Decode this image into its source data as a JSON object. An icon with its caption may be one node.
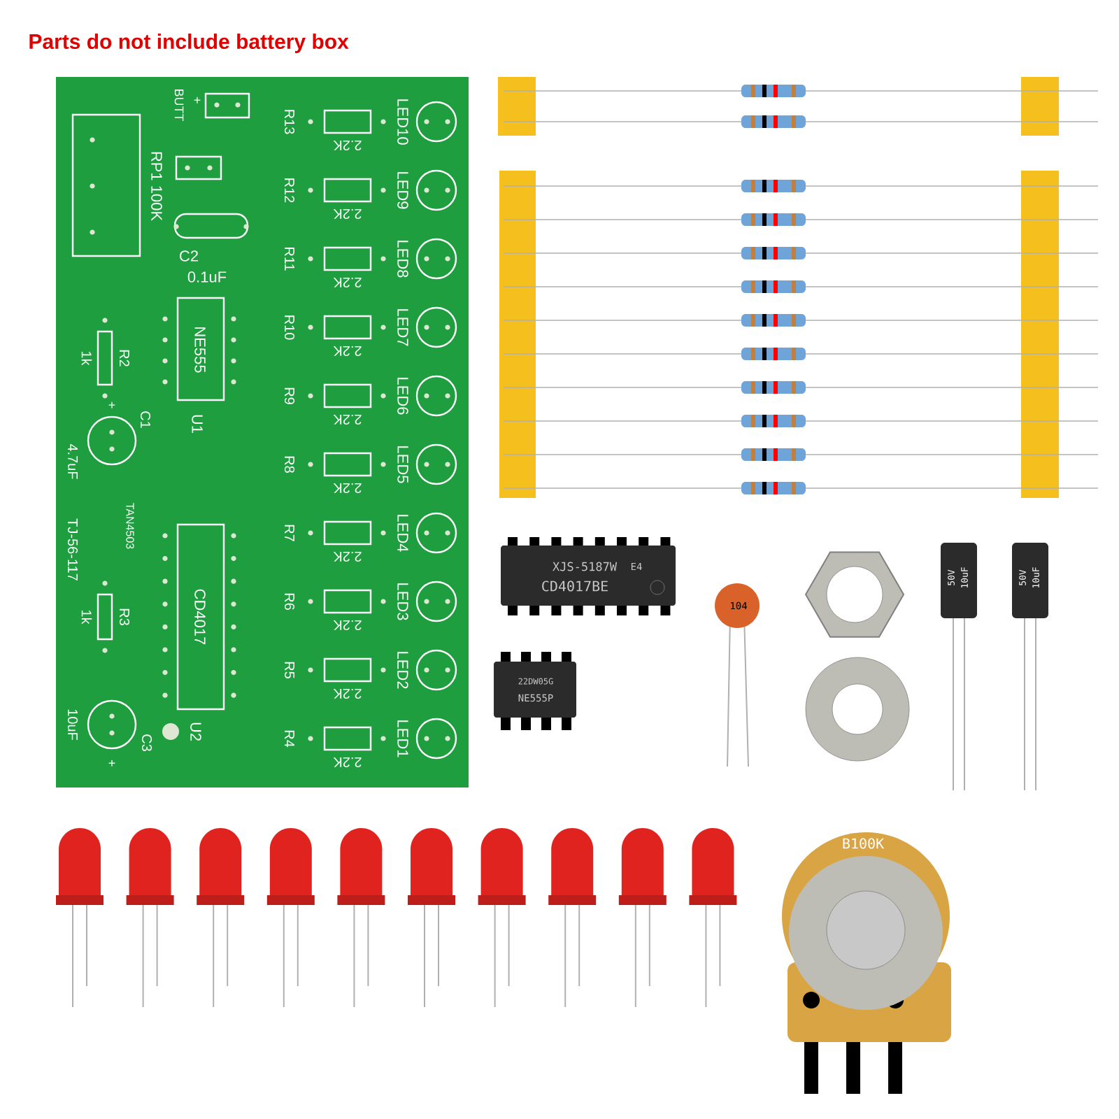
{
  "diagram": {
    "title": "Parts do not include battery box",
    "labels": [
      "BUTT",
      "+",
      "RP1 100K",
      "C2",
      "0.1uF",
      "NE555",
      "U1",
      "R2",
      "1k",
      "C1",
      "+",
      "4.7uF",
      "TAN4503",
      "TJ-56-117",
      "R3",
      "1k",
      "CD4017",
      "U2",
      "10uF",
      "C3",
      "+",
      "R13",
      "R12",
      "R11",
      "R10",
      "R9",
      "R8",
      "R7",
      "R6",
      "R5",
      "R4",
      "2.2K",
      "2.2K",
      "2.2K",
      "2.2K",
      "2.2K",
      "2.2K",
      "2.2K",
      "2.2K",
      "2.2K",
      "2.2K",
      "LED10",
      "LED9",
      "LED8",
      "LED7",
      "LED6",
      "LED5",
      "LED4",
      "LED3",
      "LED2",
      "LED1",
      "XJS-5187W",
      "E4",
      "CD4017BE",
      "22DW05G",
      "NE555P",
      "104",
      "10uF",
      "50V",
      "10uF",
      "50V",
      "B100K"
    ]
  }
}
